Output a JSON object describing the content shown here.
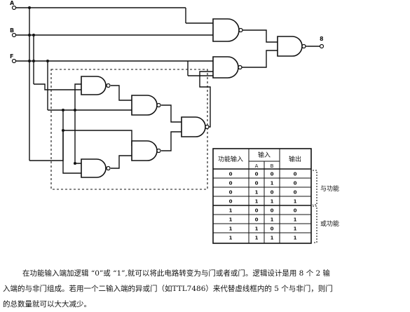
{
  "signals": {
    "a": "A",
    "b": "B",
    "f": "F",
    "output": "8"
  },
  "table": {
    "header_func": "功能输入",
    "header_input": "输入",
    "header_a": "A",
    "header_b": "B",
    "header_output": "输出",
    "rows": [
      [
        "0",
        "0",
        "0",
        "0"
      ],
      [
        "0",
        "0",
        "1",
        "0"
      ],
      [
        "0",
        "1",
        "0",
        "0"
      ],
      [
        "0",
        "1",
        "1",
        "1"
      ],
      [
        "1",
        "0",
        "0",
        "0"
      ],
      [
        "1",
        "0",
        "1",
        "1"
      ],
      [
        "1",
        "1",
        "0",
        "1"
      ],
      [
        "1",
        "1",
        "1",
        "1"
      ]
    ]
  },
  "groups": {
    "and_label": "与功能",
    "or_label": "或功能"
  },
  "caption": {
    "line1": "在功能输入端加逻辑 “0”或 “1”,就可以将此电路转变为与门或者或门。逻辑设计是用 8 个 2 输",
    "line2": "入端的与非门组成。若用一个二输入端的异或门（如TTL7486）来代替虚线框内的 5 个与非门，则门",
    "line3": "的总数量就可以大大减少。"
  }
}
